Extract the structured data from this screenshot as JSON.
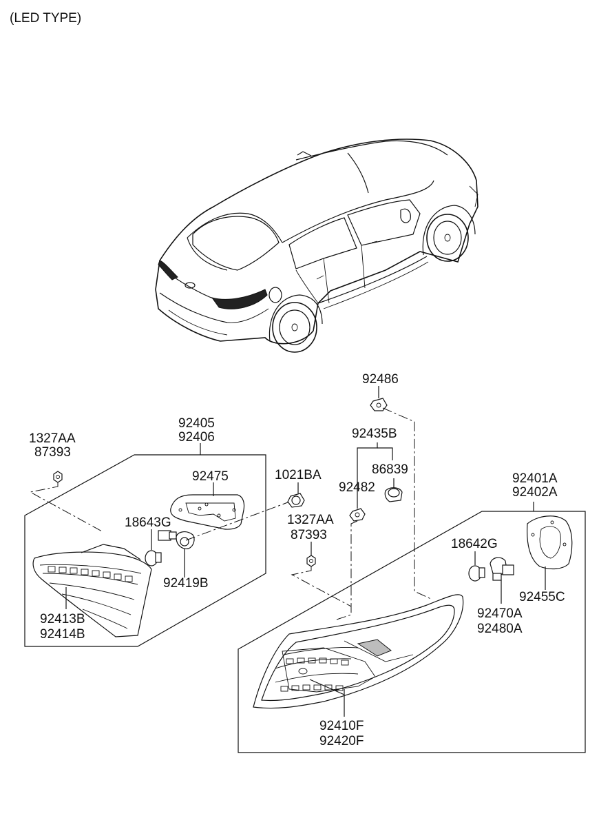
{
  "header": {
    "title": "(LED TYPE)"
  },
  "labels": {
    "p92486": "92486",
    "p92405": "92405",
    "p92406": "92406",
    "p1327AA_left": "1327AA",
    "p87393_left": "87393",
    "p92435B": "92435B",
    "p86839": "86839",
    "p92475": "92475",
    "p1021BA": "1021BA",
    "p92482": "92482",
    "p92401A": "92401A",
    "p92402A": "92402A",
    "p18643G": "18643G",
    "p1327AA_mid": "1327AA",
    "p87393_mid": "87393",
    "p18642G": "18642G",
    "p92419B": "92419B",
    "p92455C": "92455C",
    "p92413B": "92413B",
    "p92414B": "92414B",
    "p92470A": "92470A",
    "p92480A": "92480A",
    "p92410F": "92410F",
    "p92420F": "92420F"
  }
}
